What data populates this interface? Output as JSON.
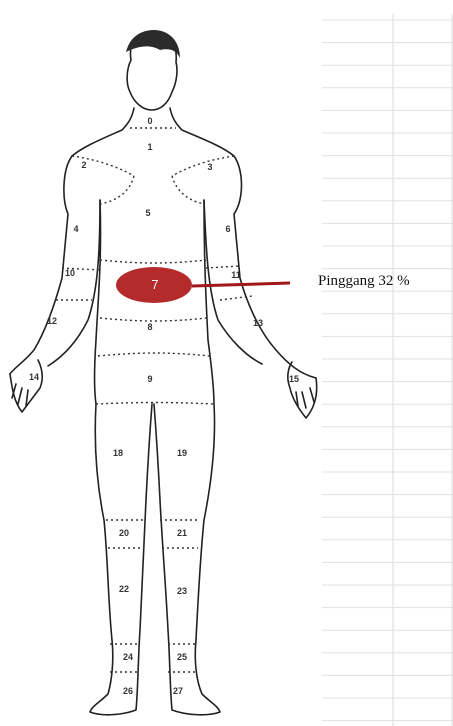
{
  "highlight": {
    "region_number": "7",
    "label": "Pinggang 32 %",
    "color": "#b52a2a",
    "line_color": "#a01818"
  },
  "regions": [
    "0",
    "1",
    "2",
    "3",
    "4",
    "5",
    "6",
    "7",
    "8",
    "9",
    "10",
    "11",
    "12",
    "13",
    "14",
    "15",
    "18",
    "19",
    "20",
    "21",
    "22",
    "23",
    "24",
    "25",
    "26",
    "27"
  ]
}
